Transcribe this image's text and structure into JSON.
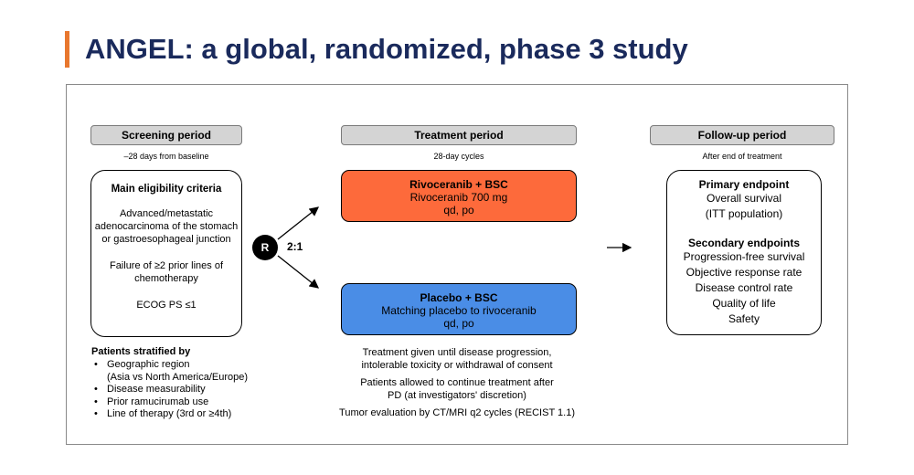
{
  "title": "ANGEL: a global, randomized, phase 3 study",
  "colors": {
    "accent_bar": "#e8772e",
    "title": "#1a2a5c",
    "rivoceranib_arm": "#fd6a3b",
    "placebo_arm": "#4a8de6",
    "header_fill": "#d4d4d4"
  },
  "screening": {
    "header": "Screening period",
    "sub": "–28 days from baseline",
    "criteria_title": "Main eligibility criteria",
    "criteria": [
      "Advanced/metastatic adenocarcinoma of the stomach or gastroesophageal junction",
      "Failure of ≥2 prior lines of chemotherapy",
      "ECOG PS ≤1"
    ]
  },
  "randomization": {
    "label": "R",
    "ratio": "2:1"
  },
  "treatment": {
    "header": "Treatment period",
    "sub": "28-day cycles",
    "arms": [
      {
        "title": "Rivoceranib + BSC",
        "line1": "Rivoceranib 700 mg",
        "line2": "qd, po"
      },
      {
        "title": "Placebo + BSC",
        "line1": "Matching placebo to rivoceranib",
        "line2": "qd, po"
      }
    ],
    "notes": [
      "Treatment given until disease progression, intolerable toxicity or withdrawal of consent",
      "Patients allowed to continue treatment after PD (at investigators' discretion)",
      "Tumor evaluation by CT/MRI q2 cycles (RECIST 1.1)"
    ]
  },
  "followup": {
    "header": "Follow-up period",
    "sub": "After end of treatment",
    "primary_title": "Primary endpoint",
    "primary": [
      "Overall survival",
      "(ITT population)"
    ],
    "secondary_title": "Secondary endpoints",
    "secondary": [
      "Progression-free survival",
      "Objective response rate",
      "Disease control rate",
      "Quality of life",
      "Safety"
    ]
  },
  "stratification": {
    "title": "Patients stratified by",
    "items": [
      {
        "label": "Geographic region",
        "sub": "(Asia vs North America/Europe)"
      },
      {
        "label": "Disease measurability"
      },
      {
        "label": "Prior ramucirumab use"
      },
      {
        "label": "Line of therapy (3rd or ≥4th)"
      }
    ]
  }
}
